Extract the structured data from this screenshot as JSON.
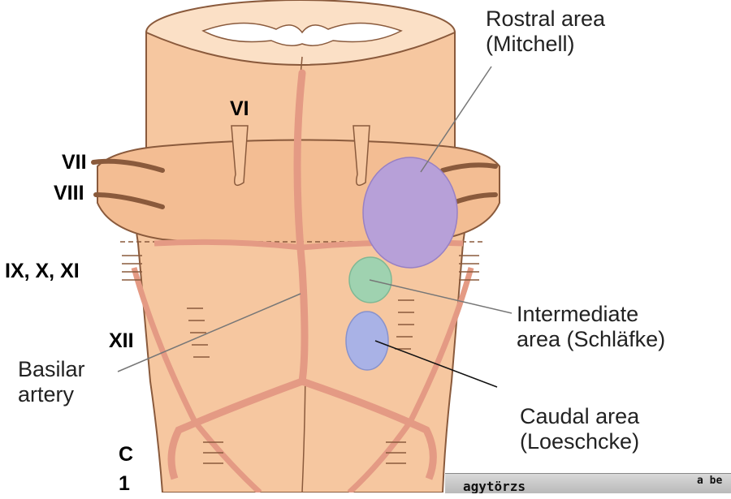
{
  "labels": {
    "rostral_area": "Rostral area\n(Mitchell)",
    "intermediate_area": "Intermediate\narea (Schläfke)",
    "caudal_area": "Caudal area\n(Loeschcke)",
    "basilar_artery": "Basilar\nartery",
    "nerve_vi": "VI",
    "nerve_vii": "VII",
    "nerve_viii": "VIII",
    "nerve_ix_x_xi": "IX, X, XI",
    "nerve_xii": "XII",
    "c1": "C\n1"
  },
  "inset": {
    "left_text": "agytörzs",
    "right_text": "a be"
  },
  "colors": {
    "tissue": "#f6c7a0",
    "tissue_dark": "#e9ae85",
    "outline": "#8a5a3c",
    "artery": "#e49a84",
    "rostral_fill": "#b7a0d8",
    "intermediate_fill": "#9fd2b0",
    "caudal_fill": "#a9b2e6",
    "leader": "#777777"
  }
}
